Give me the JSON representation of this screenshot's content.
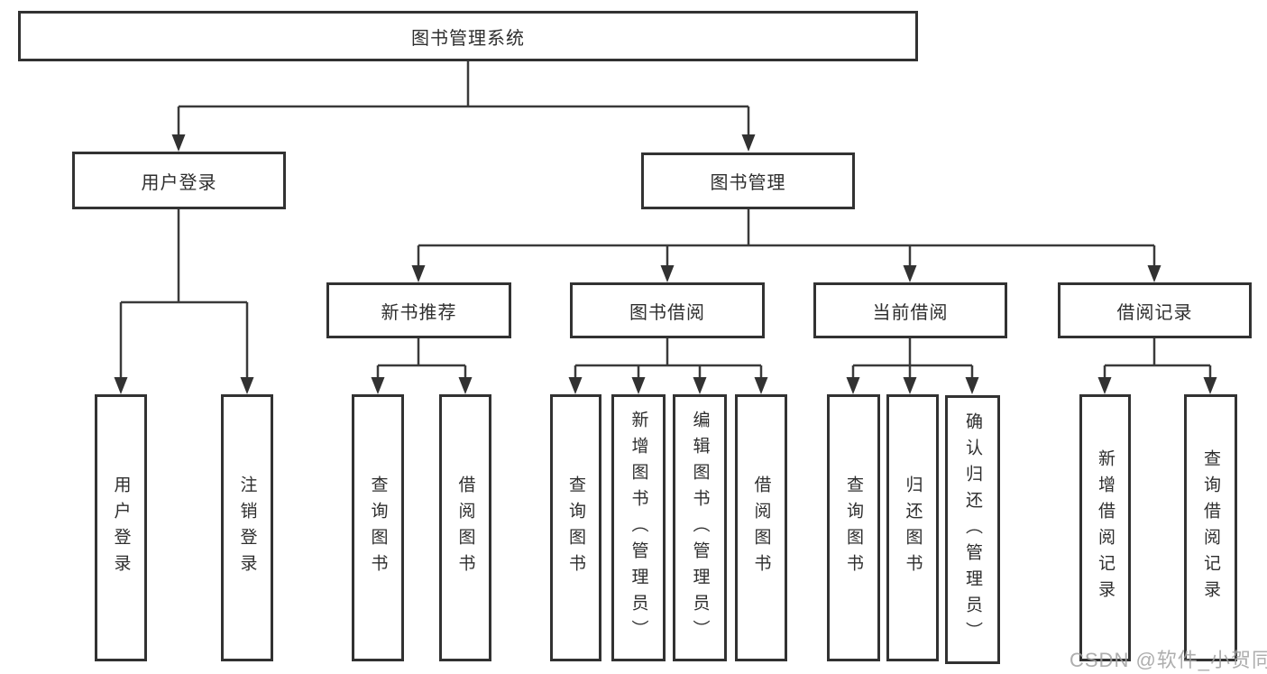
{
  "nodes": {
    "root": "图书管理系统",
    "user_login": "用户登录",
    "book_management": "图书管理",
    "new_book_recommend": "新书推荐",
    "book_borrow": "图书借阅",
    "current_borrow": "当前借阅",
    "borrow_records": "借阅记录",
    "leaf_user_login": "用户登录",
    "leaf_logout": "注销登录",
    "leaf_nb_query_books": "查询图书",
    "leaf_nb_borrow_books": "借阅图书",
    "leaf_bb_query_books": "查询图书",
    "leaf_bb_add_books": "新增图书（管理员）",
    "leaf_bb_edit_books": "编辑图书（管理员）",
    "leaf_bb_borrow_books": "借阅图书",
    "leaf_cb_query_books": "查询图书",
    "leaf_cb_return_books": "归还图书",
    "leaf_cb_confirm_return": "确认归还（管理员）",
    "leaf_br_add_record": "新增借阅记录",
    "leaf_br_query_record": "查询借阅记录"
  },
  "watermark": {
    "text": "CSDN @软件_小贺同学"
  },
  "colors": {
    "line": "#3a3a3a",
    "border": "#323232",
    "text": "#2e2e2e",
    "watermark": "#a0a0a0"
  }
}
